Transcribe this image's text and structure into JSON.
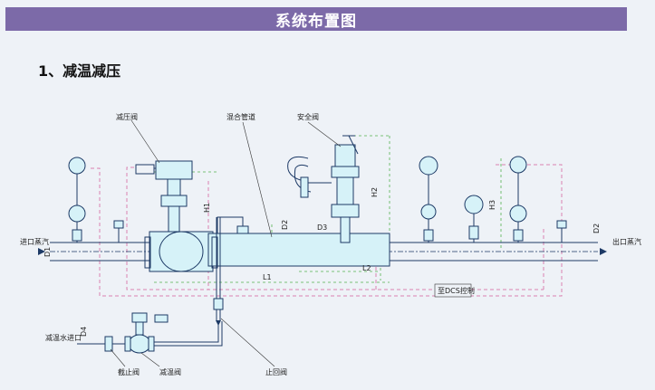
{
  "header": {
    "title": "系统布置图"
  },
  "section": {
    "title": "1、减温减压"
  },
  "labels": {
    "pressure_valve": "减压阀",
    "mixing_pipe": "混合管道",
    "safety_valve": "安全阀",
    "inlet_steam": "进口蒸汽",
    "outlet_steam": "出口蒸汽",
    "water_inlet": "减温水进口",
    "stop_valve": "截止阀",
    "temp_valve": "减温阀",
    "check_valve": "止回阀",
    "dcs": "至DCS控制"
  },
  "dimensions": {
    "h1": "H1",
    "h2": "H2",
    "h3": "H3",
    "d1": "D1",
    "d2_left": "D2",
    "d2_right": "D2",
    "d3": "D3",
    "d4": "D4",
    "l1": "L1",
    "l2": "L2"
  },
  "colors": {
    "header_bg": "#7c6aa8",
    "pipe": "#1d3a66",
    "signal_line": "#d983b1",
    "dimension_line": "#55b24f",
    "fill": "#d6f2f8"
  }
}
